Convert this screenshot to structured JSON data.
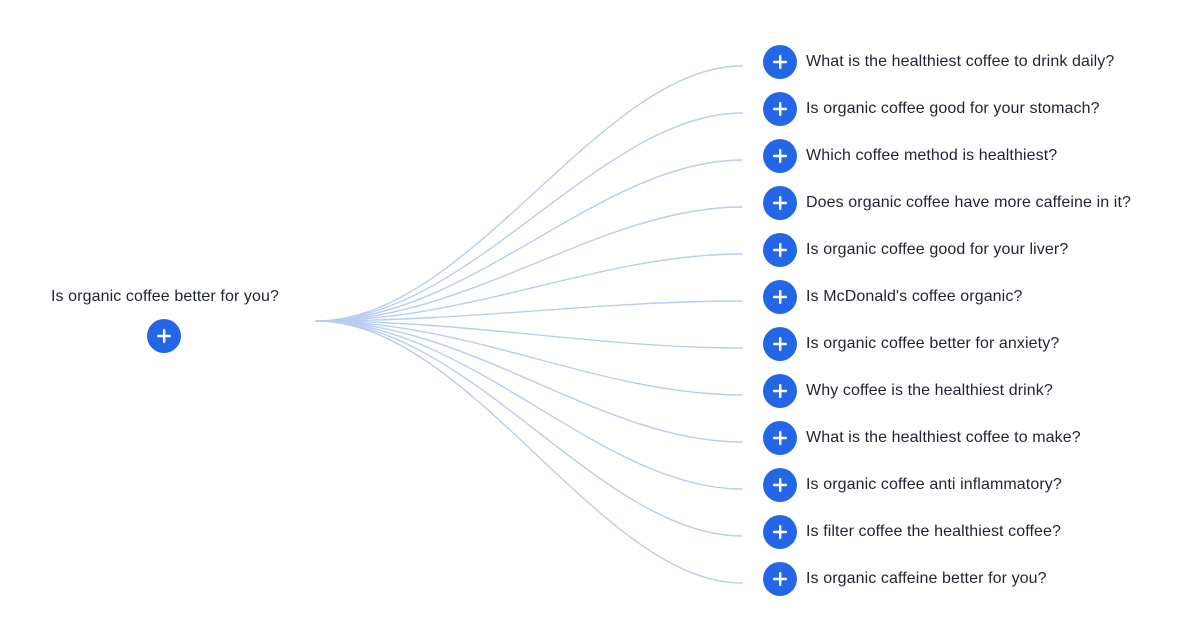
{
  "root": {
    "label": "Is organic coffee better for you?",
    "expand_icon": "plus-icon"
  },
  "children": [
    {
      "label": "What is the healthiest coffee to drink daily?"
    },
    {
      "label": "Is organic coffee good for your stomach?"
    },
    {
      "label": "Which coffee method is healthiest?"
    },
    {
      "label": "Does organic coffee have more caffeine in it?"
    },
    {
      "label": "Is organic coffee good for your liver?"
    },
    {
      "label": "Is McDonald's coffee organic?"
    },
    {
      "label": "Is organic coffee better for anxiety?"
    },
    {
      "label": "Why coffee is the healthiest drink?"
    },
    {
      "label": "What is the healthiest coffee to make?"
    },
    {
      "label": "Is organic coffee anti inflammatory?"
    },
    {
      "label": "Is filter coffee the healthiest coffee?"
    },
    {
      "label": "Is organic caffeine better for you?"
    }
  ],
  "colors": {
    "accent": "#2466e8",
    "connector": "#b9cdf0",
    "text": "#1f2430",
    "background": "#ffffff"
  }
}
